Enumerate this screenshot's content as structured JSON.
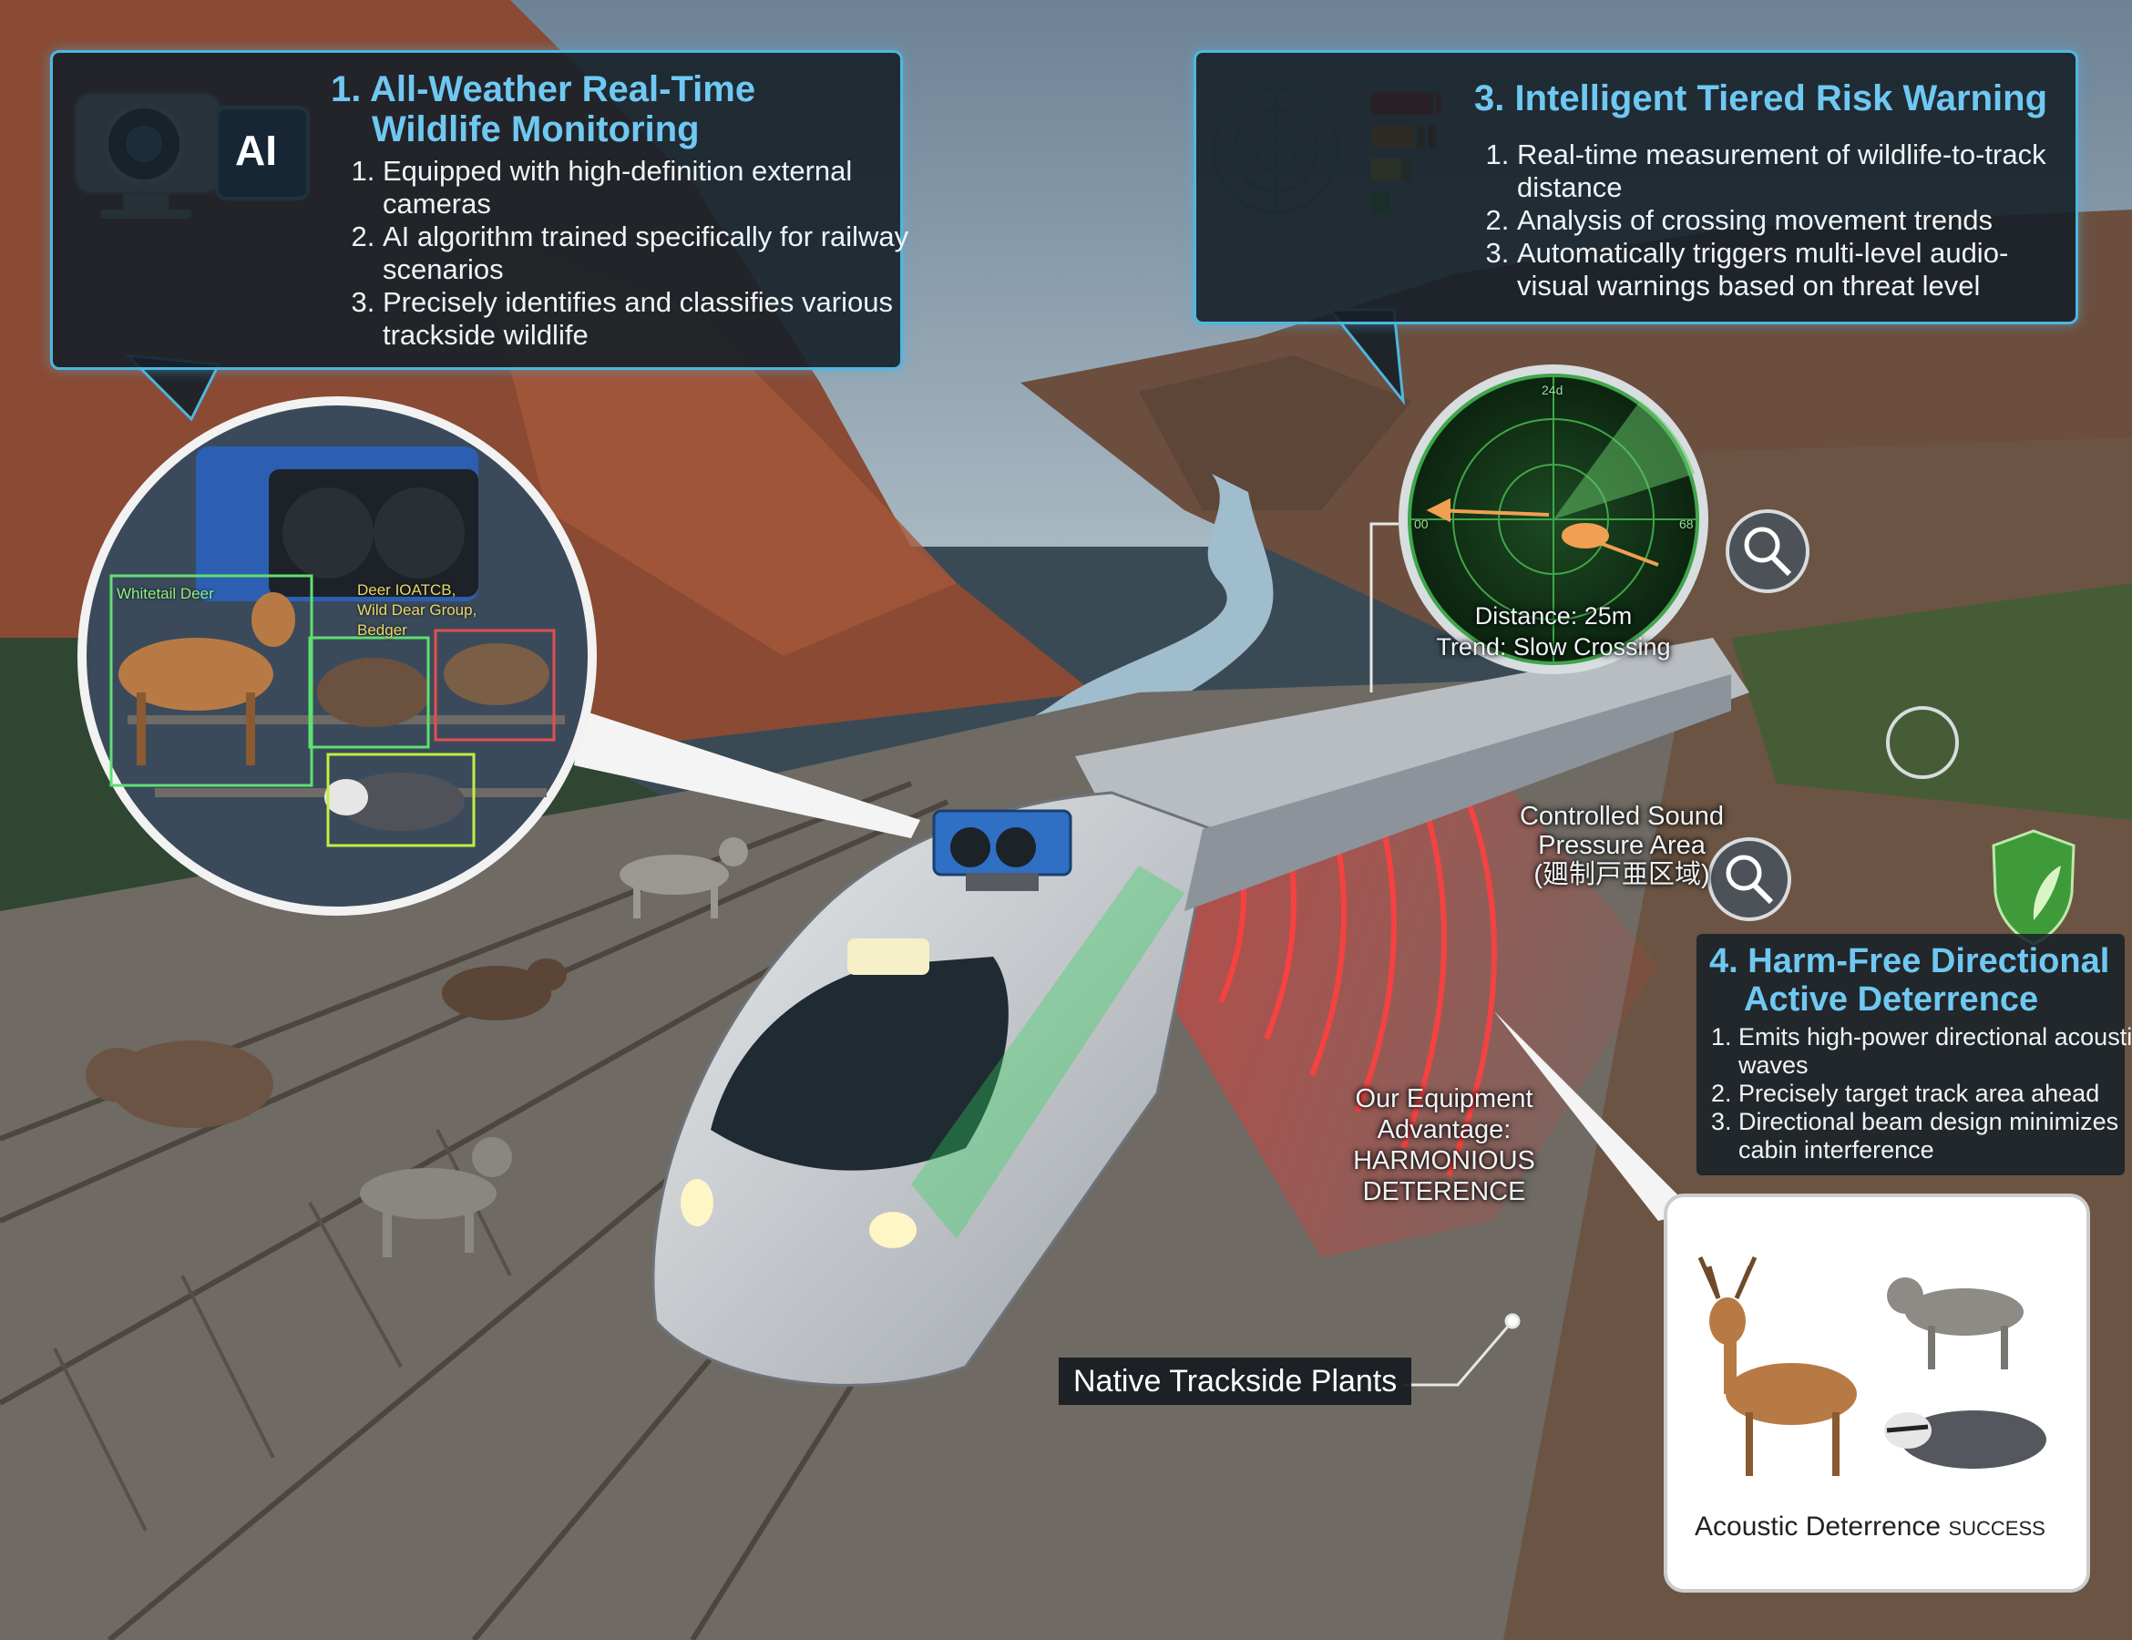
{
  "panel1": {
    "icon_name": "camera-ai-icon",
    "chip_label": "AI",
    "title_line1": "1. All-Weather Real-Time",
    "title_line2": "Wildlife Monitoring",
    "items": [
      "Equipped with high-definition external cameras",
      "AI algorithm trained specifically for railway scenarios",
      "Precisely identifies and classifies various trackside wildlife"
    ]
  },
  "panel3": {
    "icon_name": "radar-icon",
    "title": "3. Intelligent Tiered Risk Warning",
    "items": [
      "Real-time measurement of wildlife-to-track distance",
      "Analysis of crossing movement trends",
      "Automatically triggers multi-level audio-visual warnings based on threat level"
    ]
  },
  "panel4": {
    "icon_name": "leaf-shield-icon",
    "title_line1": "4. Harm-Free Directional",
    "title_line2": "Active Deterrence",
    "items": [
      "Emits high-power directional acoustic waves",
      "Precisely target track area ahead",
      "Directional beam design minimizes cabin interference"
    ]
  },
  "magnifier": {
    "tag_deer": "Whitetail Deer",
    "tag_group_line1": "Deer IOATCΒ,",
    "tag_group_line2": "Wild Dear Group,",
    "tag_group_line3": "Bedger"
  },
  "radar": {
    "heading": "24d",
    "left_mark": "00",
    "right_mark": "68",
    "distance": "Distance: 25m",
    "trend": "Trend: Slow Crossing"
  },
  "labels": {
    "sound_line1": "Controlled Sound",
    "sound_line2": "Pressure Area",
    "sound_line3": "(廽制戸亜区域)",
    "advantage_line1": "Our Equipment",
    "advantage_line2": "Advantage:",
    "advantage_line3": "HARMONIOUS",
    "advantage_line4": "DETERENCE",
    "plants": "Native Trackside Plants"
  },
  "success_card": {
    "caption_main": "Acoustic Deterrence",
    "caption_badge": "SUCCESS"
  },
  "colors": {
    "accent": "#4fb6e0",
    "title": "#6fc8f2",
    "sound_wave": "#ff3b3b",
    "radar_green": "#3fa64a",
    "risk_red": "#e02a20",
    "risk_orange": "#f08a1c",
    "risk_yellow": "#e8c91a",
    "risk_green": "#3cae3c"
  }
}
